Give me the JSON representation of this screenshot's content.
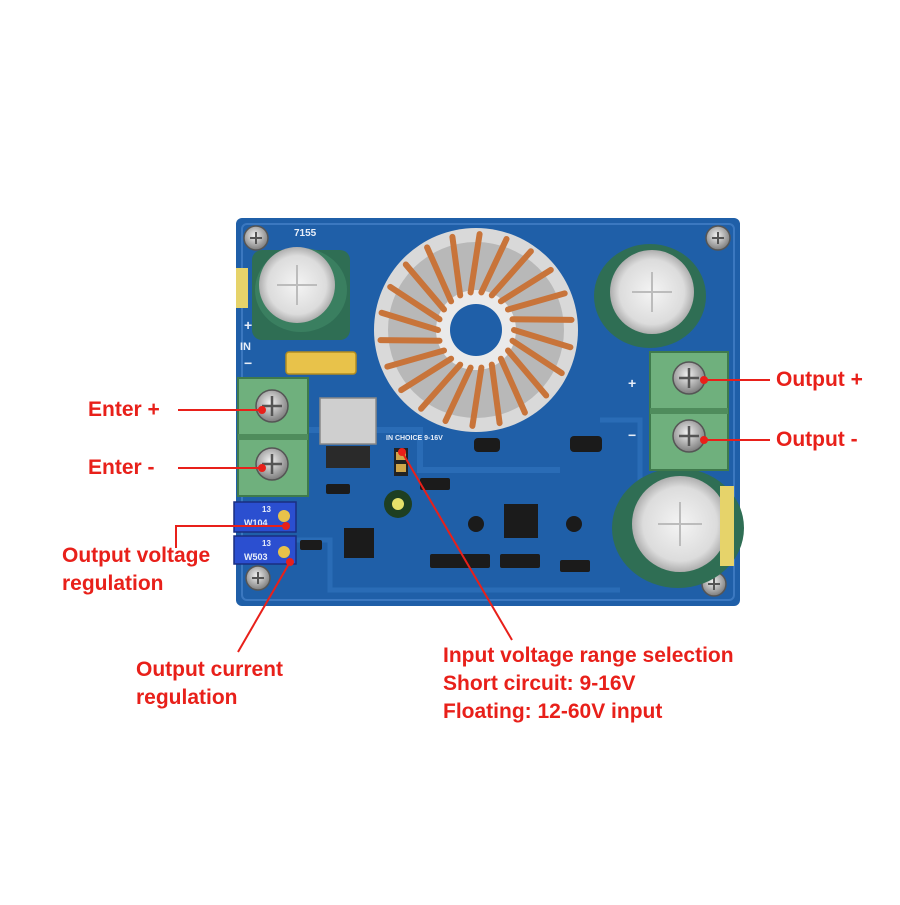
{
  "labels": {
    "enter_plus": "Enter +",
    "enter_minus": "Enter -",
    "output_plus": "Output +",
    "output_minus": "Output -",
    "voltage_reg_line1": "Output voltage",
    "voltage_reg_line2": "regulation",
    "current_reg_line1": "Output current",
    "current_reg_line2": "regulation",
    "range_line1": "Input voltage range selection",
    "range_line2": "Short circuit: 9-16V",
    "range_line3": "Floating: 12-60V input"
  },
  "silkscreen": {
    "in_plus": "+",
    "in_label": "IN",
    "in_minus": "−",
    "out_plus": "+",
    "out_minus": "−",
    "pot_top": "W104",
    "pot_bottom": "W503",
    "pot_code": "13",
    "board_code": "7155",
    "in_range_text": "IN CHOICE 9-16V"
  },
  "colors": {
    "label_red": "#e8201a",
    "pcb_blue": "#1f5fa8",
    "terminal_green": "#6fb07d",
    "copper": "#c8743a"
  }
}
